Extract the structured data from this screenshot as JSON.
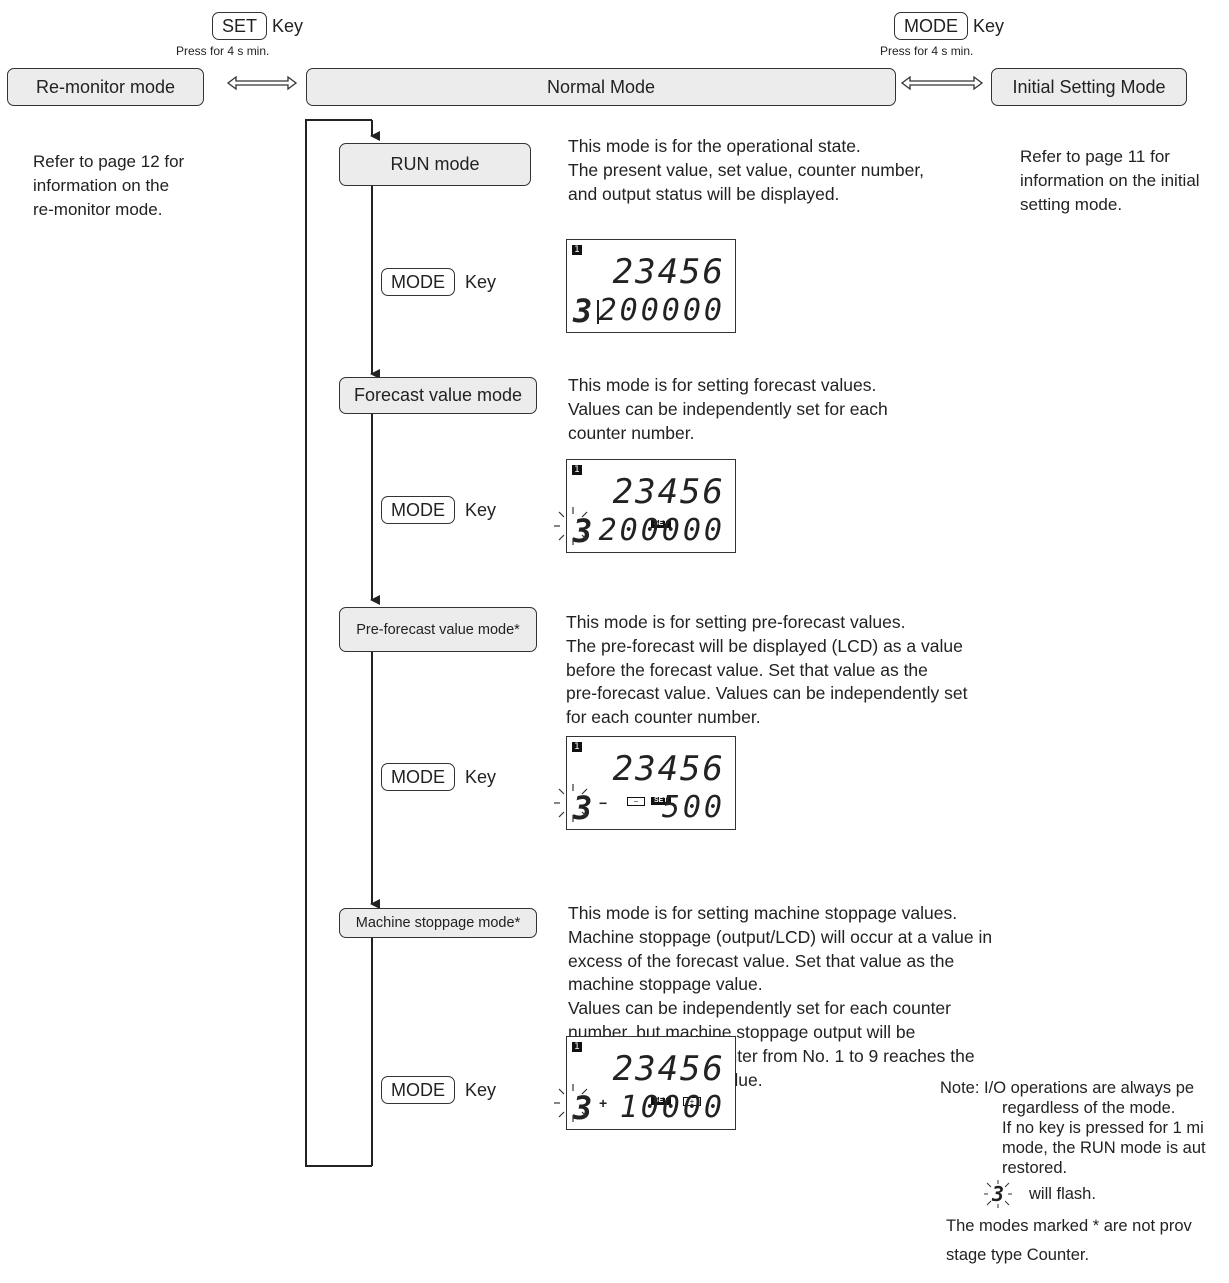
{
  "top_keys": {
    "set_key": {
      "cap": "SET",
      "word": "Key",
      "hint": "Press for 4 s min."
    },
    "mode_key": {
      "cap": "MODE",
      "word": "Key",
      "hint": "Press for 4 s min."
    }
  },
  "modes": {
    "re_monitor": "Re-monitor mode",
    "normal": "Normal Mode",
    "initial": "Initial Setting Mode"
  },
  "refs": {
    "left": [
      "Refer to page 12 for",
      "information on the",
      "re-monitor mode."
    ],
    "right": [
      "Refer to page 11 for",
      "information on the initial",
      "setting mode."
    ]
  },
  "flow": [
    {
      "label": "RUN mode",
      "desc": [
        "This mode is for the operational state.",
        "The present value, set value, counter number,",
        "and output status will be displayed."
      ],
      "lcd": {
        "counter": "1",
        "top": "23456",
        "num": "3",
        "bottom": "200000"
      }
    },
    {
      "label": "Forecast value mode",
      "desc": [
        "This mode is for setting forecast values.",
        "Values can be independently set for each",
        "counter number."
      ],
      "lcd": {
        "counter": "1",
        "top": "23456",
        "num": "3",
        "bottom": "200000",
        "tag": "SET"
      }
    },
    {
      "label": "Pre-forecast value mode*",
      "desc": [
        "This mode is for setting pre-forecast values.",
        "The pre-forecast will be displayed (LCD) as a value",
        "before the forecast value. Set that value as the",
        "pre-forecast value. Values can be independently set",
        "for each counter number."
      ],
      "lcd": {
        "counter": "1",
        "top": "23456",
        "num": "3",
        "bottom": "500",
        "tag": "SET",
        "minus": "−"
      }
    },
    {
      "label": "Machine stoppage mode*",
      "desc": [
        "This mode is for setting machine stoppage values.",
        "Machine stoppage (output/LCD) will occur at a value in",
        "excess of the forecast value. Set that value as the",
        "machine stoppage value.",
        "Values can be independently set for each counter",
        "number, but machine stoppage output will be",
        "performed if any counter from No. 1 to 9 reaches the",
        "machine stoppage value."
      ],
      "lcd": {
        "counter": "1",
        "top": "23456",
        "num": "3",
        "bottom": "10000",
        "tag": "SET",
        "plus": "+"
      }
    }
  ],
  "mode_key": {
    "cap": "MODE",
    "word": "Key"
  },
  "note": {
    "lines": [
      "Note: I/O operations are always pe",
      "regardless of the mode.",
      "If no key is pressed for 1 mi",
      "mode, the RUN mode is aut",
      "restored."
    ],
    "flash_num": "3",
    "flash_text": "will flash.",
    "footer": [
      "The modes marked * are not prov",
      "stage type Counter."
    ]
  }
}
